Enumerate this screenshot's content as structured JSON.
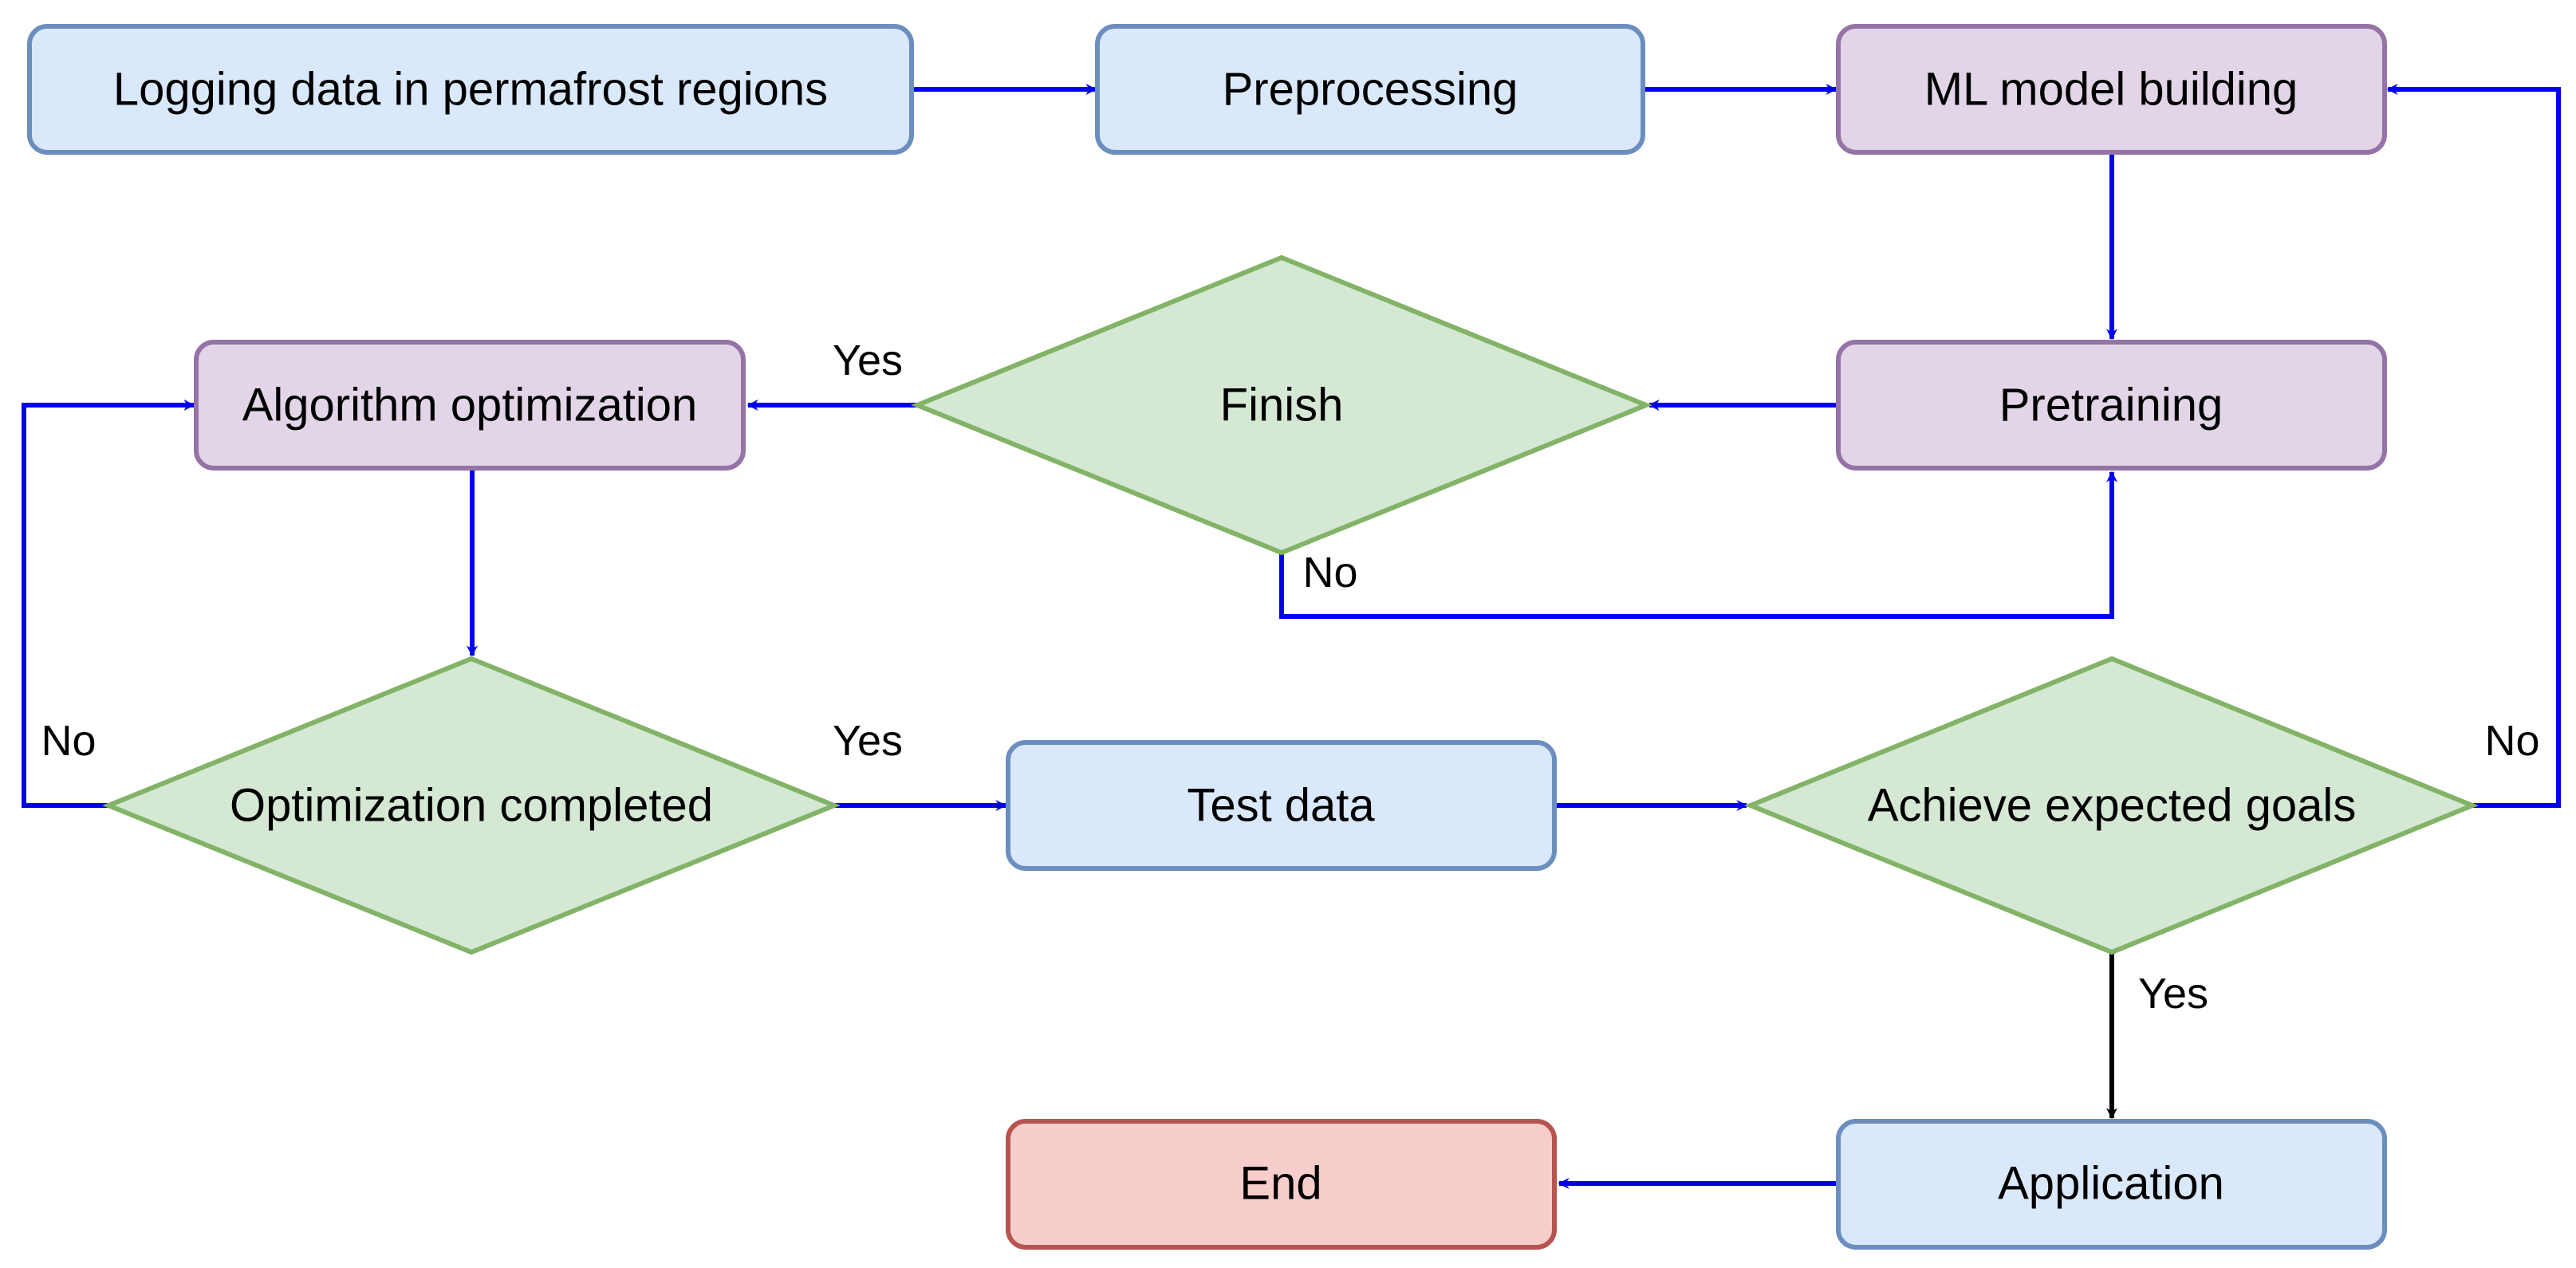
{
  "colors": {
    "process_fill": "#dae8fc",
    "process_stroke": "#6c8ebf",
    "model_fill": "#e1d5e7",
    "model_stroke": "#9673a6",
    "decision_fill": "#d5e8d4",
    "decision_stroke": "#82b366",
    "end_fill": "#f8cecc",
    "end_stroke": "#b85450",
    "arrow_main": "#0000ee",
    "arrow_alt": "#000000"
  },
  "nodes": {
    "logging": "Logging data in permafrost regions",
    "preprocessing": "Preprocessing",
    "ml_model": "ML model building",
    "pretraining": "Pretraining",
    "finish": "Finish",
    "algorithm_opt": "Algorithm optimization",
    "opt_completed": "Optimization completed",
    "test_data": "Test data",
    "achieve_goals": "Achieve expected goals",
    "application": "Application",
    "end": "End"
  },
  "edge_labels": {
    "finish_yes": "Yes",
    "finish_no": "No",
    "opt_no": "No",
    "opt_yes": "Yes",
    "goals_no": "No",
    "goals_yes": "Yes"
  }
}
